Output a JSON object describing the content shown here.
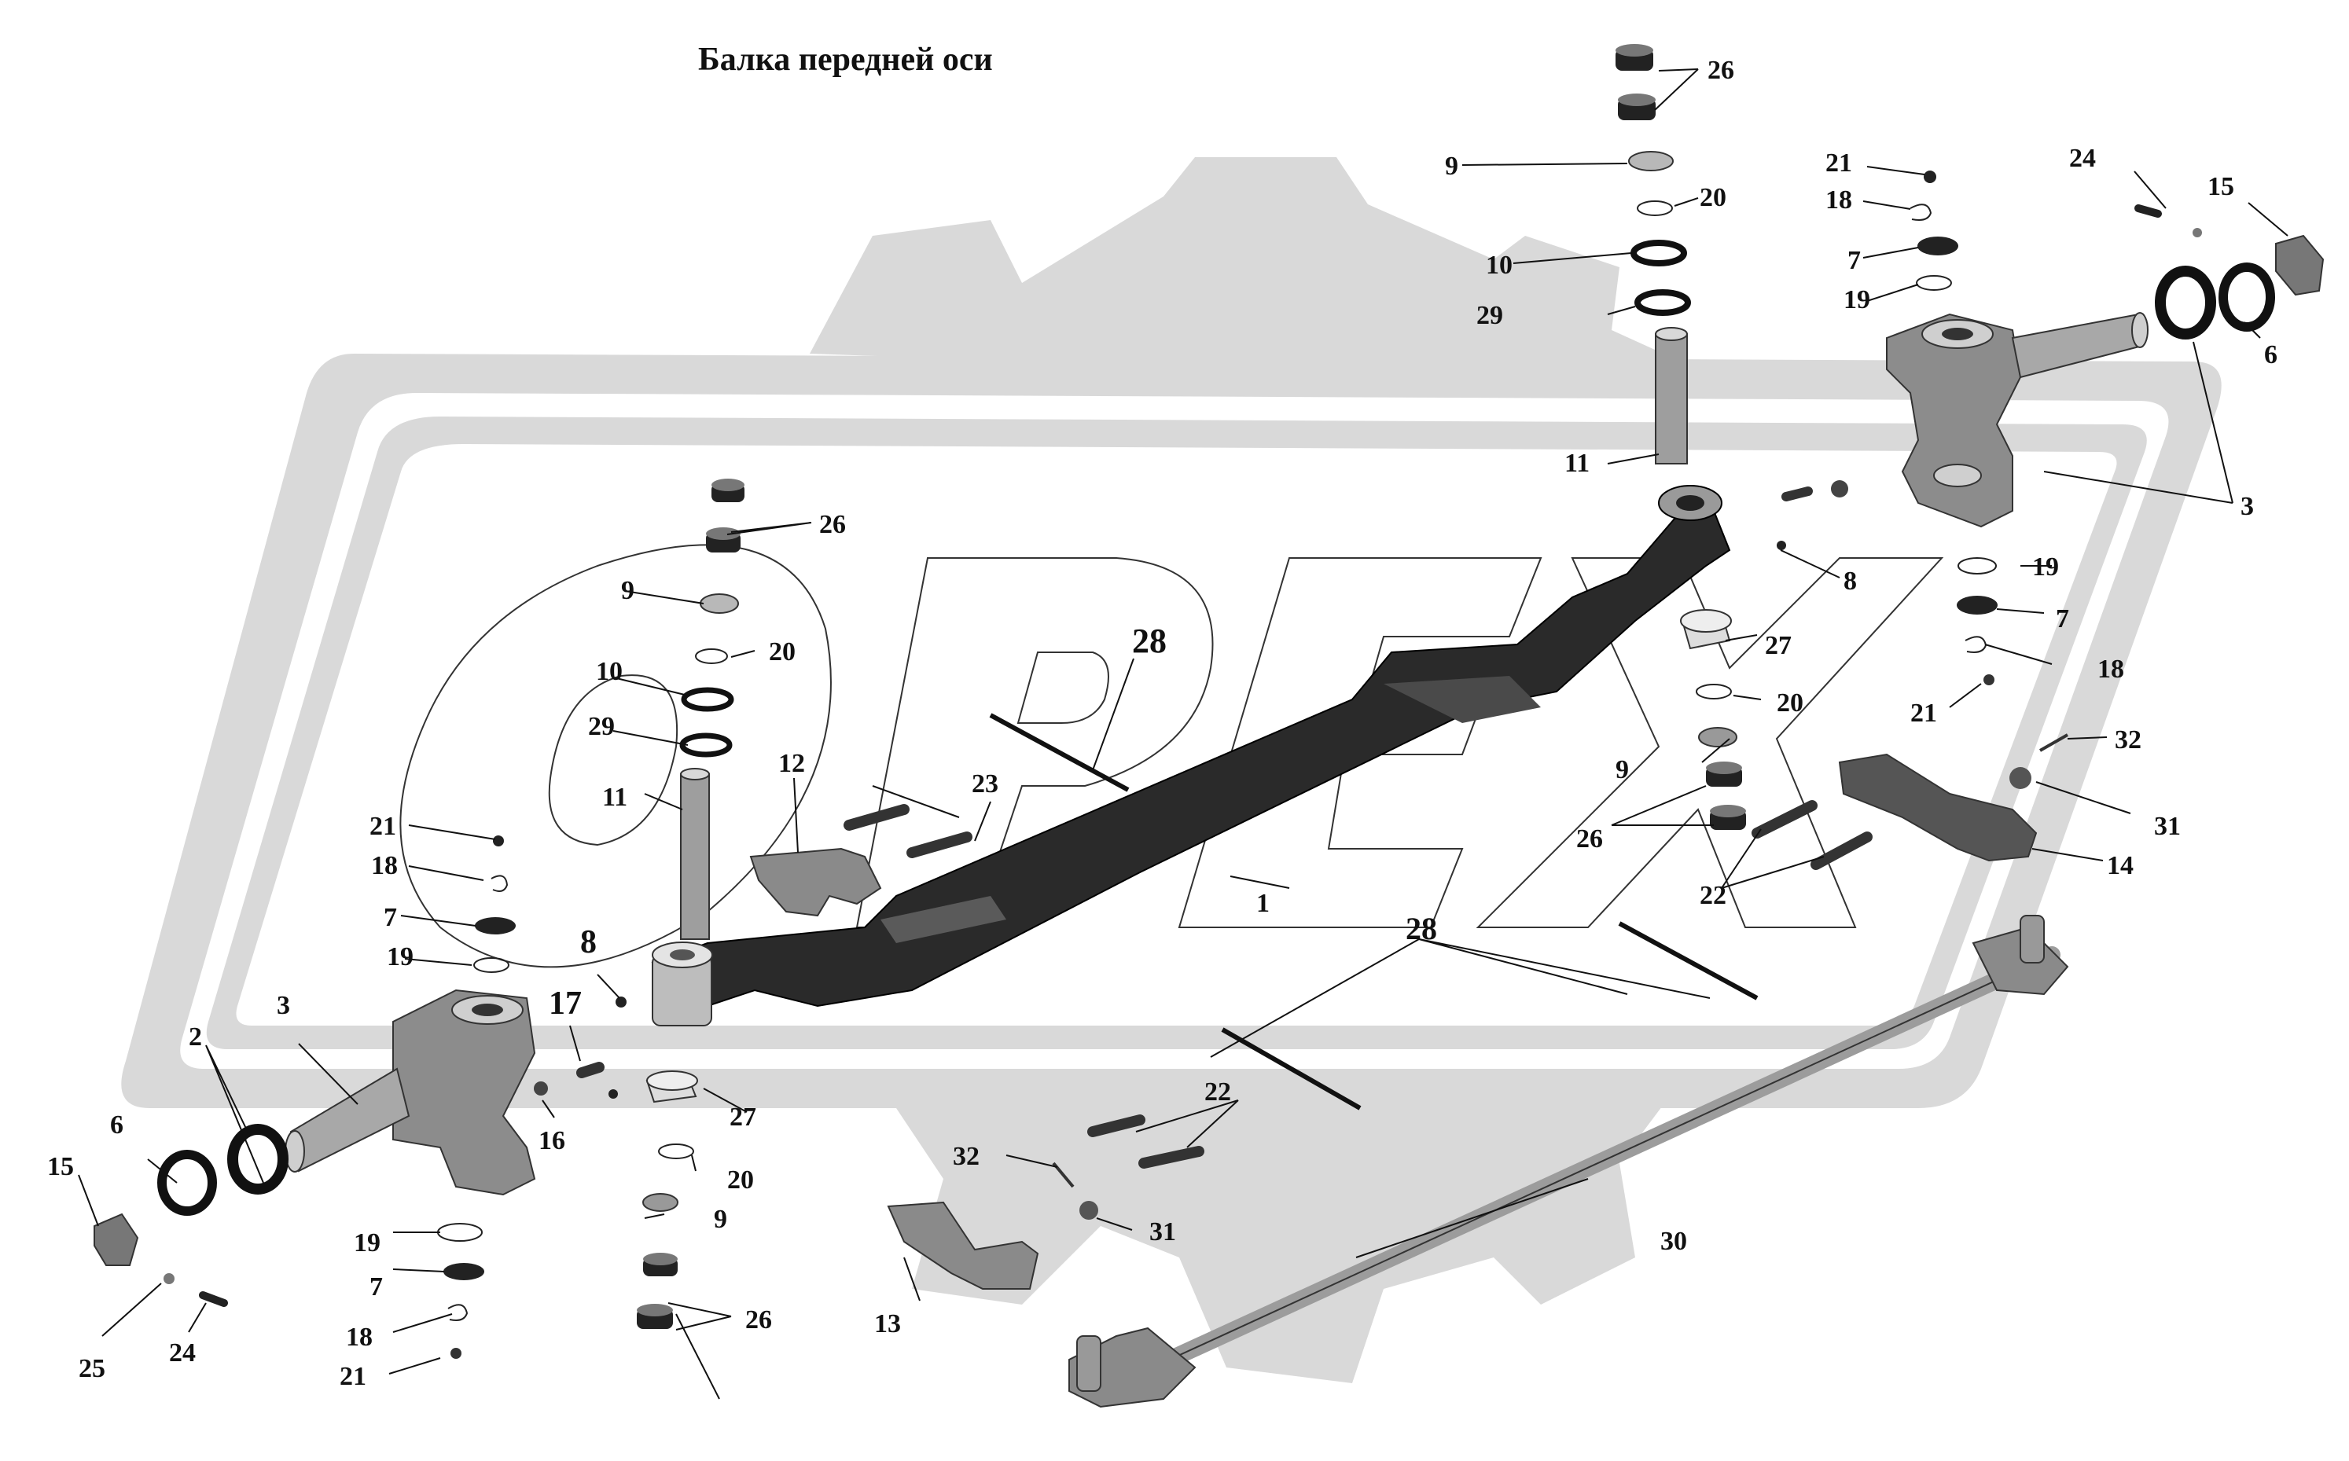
{
  "title": "Балка передней оси",
  "watermark": "ОРЕХ",
  "colors": {
    "background": "#ffffff",
    "watermark_fill": "#d9d9d9",
    "part_dark": "#2a2a2a",
    "part_mid": "#7a7a7a",
    "part_light": "#c8c8c8",
    "line": "#111111"
  },
  "callouts": {
    "c1": "1",
    "c2": "2",
    "c3": "3",
    "c6": "6",
    "c7": "7",
    "c8": "8",
    "c9": "9",
    "c10": "10",
    "c11": "11",
    "c12": "12",
    "c13": "13",
    "c14": "14",
    "c15": "15",
    "c16": "16",
    "c17": "17",
    "c18": "18",
    "c19": "19",
    "c20": "20",
    "c21": "21",
    "c22": "22",
    "c23": "23",
    "c24": "24",
    "c25": "25",
    "c26": "26",
    "c27": "27",
    "c28": "28",
    "c29": "29",
    "c30": "30",
    "c31": "31",
    "c32": "32"
  }
}
